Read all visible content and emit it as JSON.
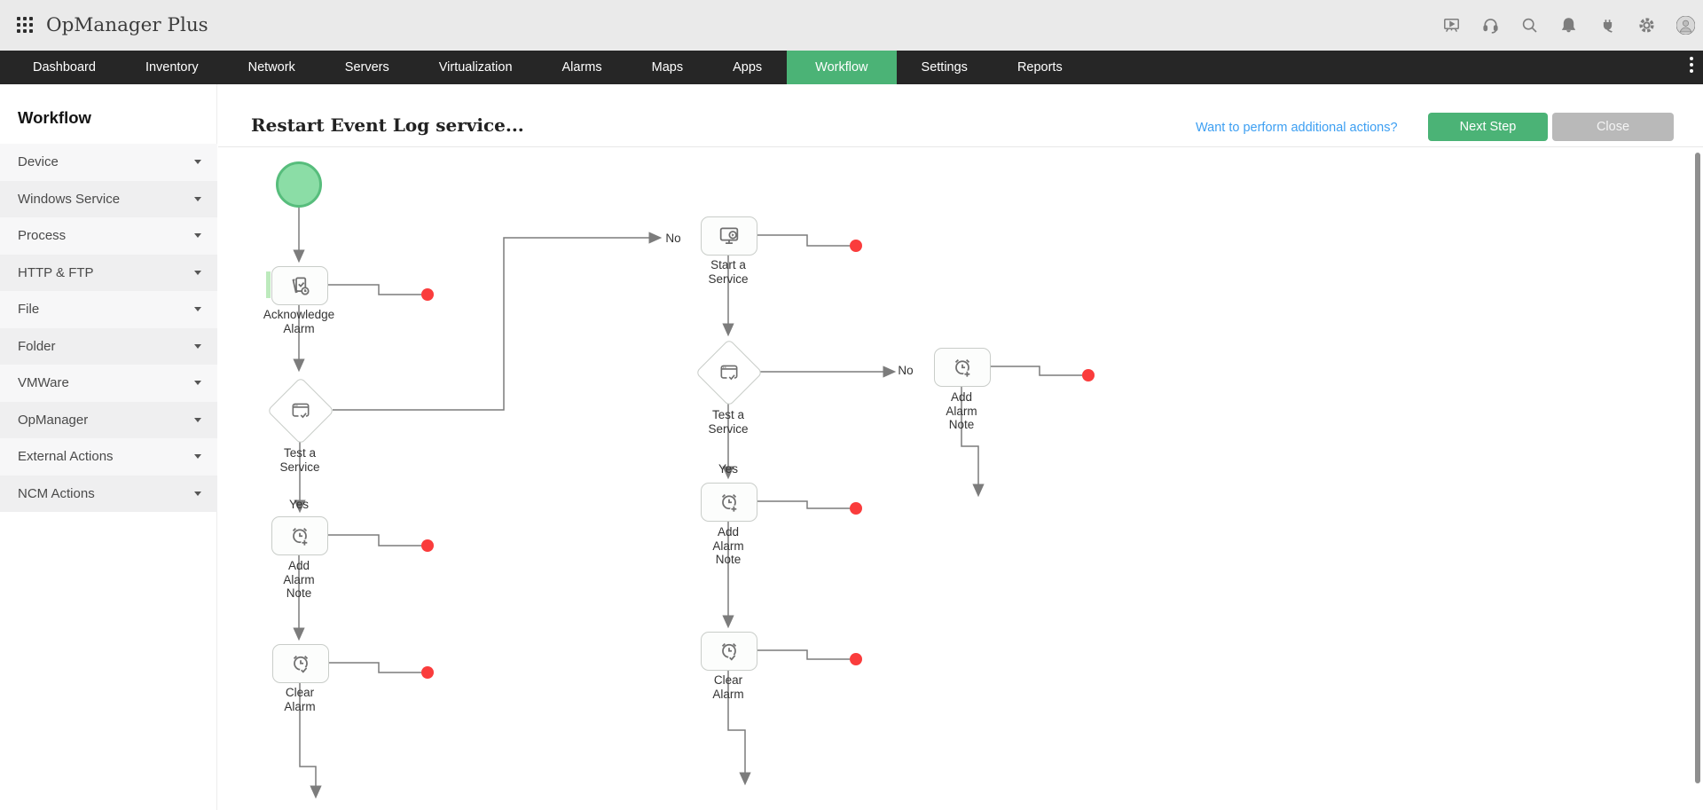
{
  "app": {
    "name": "OpManager Plus"
  },
  "topbar": {
    "icons": [
      "app-launcher-grid",
      "presentation-play",
      "headset-support",
      "search",
      "notifications-bell",
      "plug-integrations",
      "settings-gear",
      "user-avatar"
    ]
  },
  "nav": {
    "tabs": [
      {
        "label": "Dashboard"
      },
      {
        "label": "Inventory"
      },
      {
        "label": "Network"
      },
      {
        "label": "Servers"
      },
      {
        "label": "Virtualization"
      },
      {
        "label": "Alarms"
      },
      {
        "label": "Maps"
      },
      {
        "label": "Apps"
      },
      {
        "label": "Workflow",
        "active": true
      },
      {
        "label": "Settings"
      },
      {
        "label": "Reports"
      }
    ]
  },
  "sidebar": {
    "heading": "Workflow",
    "items": [
      {
        "label": "Device"
      },
      {
        "label": "Windows Service"
      },
      {
        "label": "Process"
      },
      {
        "label": "HTTP & FTP"
      },
      {
        "label": "File"
      },
      {
        "label": "Folder"
      },
      {
        "label": "VMWare"
      },
      {
        "label": "OpManager"
      },
      {
        "label": "External Actions"
      },
      {
        "label": "NCM Actions"
      }
    ]
  },
  "header": {
    "title": "Restart Event Log service...",
    "link_label": "Want to perform additional actions?",
    "next_step_label": "Next Step",
    "close_label": "Close"
  },
  "canvas": {
    "nodes": [
      {
        "id": "start",
        "type": "start-circle",
        "label": ""
      },
      {
        "id": "ack-alarm",
        "type": "action",
        "label": "Acknowledge Alarm"
      },
      {
        "id": "test-service-1",
        "type": "decision",
        "label": "Test a Service"
      },
      {
        "id": "add-note-1",
        "type": "action",
        "label": "Add Alarm Note"
      },
      {
        "id": "clear-alarm-1",
        "type": "action",
        "label": "Clear Alarm"
      },
      {
        "id": "start-service",
        "type": "action",
        "label": "Start a Service"
      },
      {
        "id": "test-service-2",
        "type": "decision",
        "label": "Test a Service"
      },
      {
        "id": "add-note-2",
        "type": "action",
        "label": "Add Alarm Note"
      },
      {
        "id": "clear-alarm-2",
        "type": "action",
        "label": "Clear Alarm"
      },
      {
        "id": "add-note-3",
        "type": "action",
        "label": "Add Alarm Note"
      }
    ],
    "edge_labels": {
      "yes_left": "Yes",
      "no_left": "No",
      "yes_mid": "Yes",
      "no_mid": "No"
    }
  },
  "colors": {
    "accent_green": "#4bb376",
    "link_blue": "#3d9ff2",
    "endpoint_red": "#fa3c3c",
    "close_gray": "#b9b9b9",
    "nav_dark": "#262626"
  }
}
